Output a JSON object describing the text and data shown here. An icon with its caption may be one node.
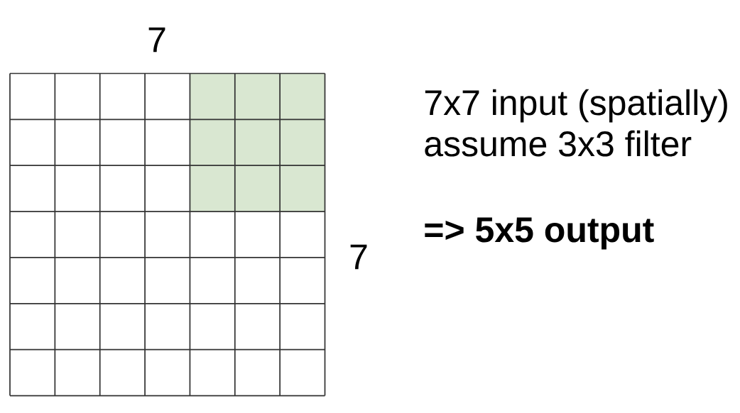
{
  "diagram": {
    "labels": [
      "7",
      "7x7 input (spatially)",
      "assume 3x3 filter",
      "=> 5x5 output",
      "7"
    ]
  }
}
